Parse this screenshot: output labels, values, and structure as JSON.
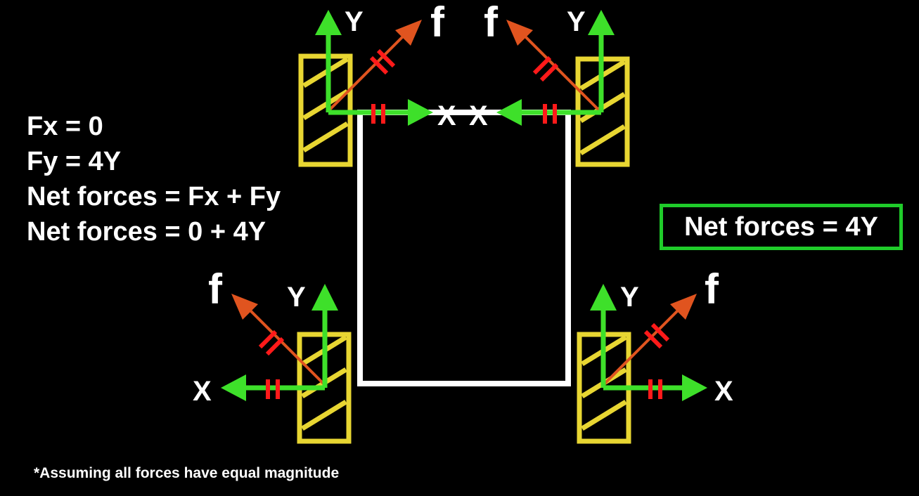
{
  "equations": {
    "fx": "Fx = 0",
    "fy": "Fy = 4Y",
    "net1": "Net forces = Fx + Fy",
    "net2": "Net forces = 0 + 4Y"
  },
  "result": "Net forces = 4Y",
  "footnote": "*Assuming all forces have equal magnitude",
  "labels": {
    "y": "Y",
    "f": "f",
    "x": "X",
    "cancel": "X"
  },
  "colors": {
    "background": "#000000",
    "frame": "#ffffff",
    "wheel": "#e8d632",
    "component_arrow": "#3ee02a",
    "resultant_arrow": "#e0541f",
    "equal_marks": "#ff1a1a",
    "result_box": "#1fcc2a"
  }
}
